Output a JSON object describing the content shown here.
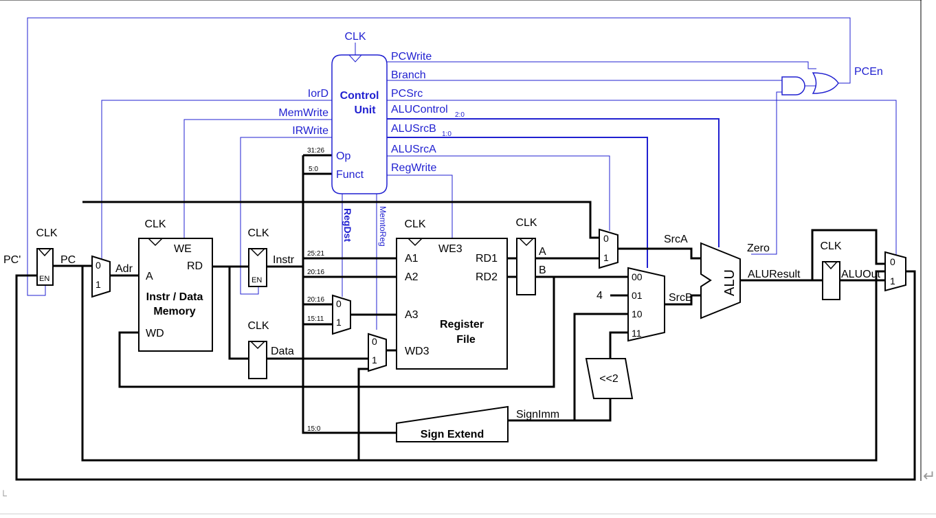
{
  "control_unit": {
    "title_line1": "Control",
    "title_line2": "Unit",
    "clk": "CLK",
    "inputs": {
      "op": "Op",
      "funct": "Funct",
      "op_bits": "31:26",
      "funct_bits": "5:0"
    },
    "outputs_right": {
      "pcwrite": "PCWrite",
      "branch": "Branch",
      "pcsrc": "PCSrc",
      "alucontrol": "ALUControl",
      "alucontrol_sub": "2:0",
      "alusrcb": "ALUSrcB",
      "alusrcb_sub": "1:0",
      "alusrca": "ALUSrcA",
      "regwrite": "RegWrite"
    },
    "outputs_left": {
      "iord": "IorD",
      "memwrite": "MemWrite",
      "irwrite": "IRWrite"
    },
    "outputs_bottom": {
      "regdst": "RegDst",
      "memtoreg": "MemtoReg"
    }
  },
  "pc_register": {
    "clk": "CLK",
    "en": "EN",
    "input_label": "PC'",
    "output_label": "PC"
  },
  "adr_mux": {
    "in0": "0",
    "in1": "1",
    "out_label": "Adr"
  },
  "memory": {
    "title_line1": "Instr / Data",
    "title_line2": "Memory",
    "clk": "CLK",
    "port_we": "WE",
    "port_a": "A",
    "port_rd": "RD",
    "port_wd": "WD"
  },
  "instr_register": {
    "clk": "CLK",
    "en": "EN",
    "out_label": "Instr"
  },
  "data_register": {
    "clk": "CLK",
    "out_label": "Data"
  },
  "instr_fields": {
    "rs": "25:21",
    "rt": "20:16",
    "rt2": "20:16",
    "rd": "15:11",
    "imm": "15:0"
  },
  "regdst_mux": {
    "in0": "0",
    "in1": "1"
  },
  "memtoreg_mux": {
    "in0": "0",
    "in1": "1"
  },
  "register_file": {
    "title_line1": "Register",
    "title_line2": "File",
    "clk": "CLK",
    "port_a1": "A1",
    "port_a2": "A2",
    "port_a3": "A3",
    "port_wd3": "WD3",
    "port_we3": "WE3",
    "port_rd1": "RD1",
    "port_rd2": "RD2"
  },
  "ab_register": {
    "clk": "CLK",
    "out_a": "A",
    "out_b": "B"
  },
  "srca_mux": {
    "in0": "0",
    "in1": "1",
    "out_label": "SrcA"
  },
  "srcb_mux": {
    "in00": "00",
    "in01": "01",
    "in10": "10",
    "in11": "11",
    "const4": "4",
    "out_label": "SrcB"
  },
  "shift_left": {
    "label": "<<2"
  },
  "sign_extend": {
    "label": "Sign Extend",
    "out_label": "SignImm"
  },
  "alu": {
    "label": "ALU",
    "zero_label": "Zero",
    "result_label": "ALUResult"
  },
  "aluout_register": {
    "clk": "CLK",
    "out_label": "ALUOut"
  },
  "pc_mux": {
    "in0": "0",
    "in1": "1"
  },
  "pcen": {
    "label": "PCEn"
  },
  "misc": {
    "return_glyph": "↵",
    "corner_glyph": "└"
  },
  "colors": {
    "wire": "#000000",
    "control": "#1f1fd0",
    "background": "#ffffff"
  }
}
